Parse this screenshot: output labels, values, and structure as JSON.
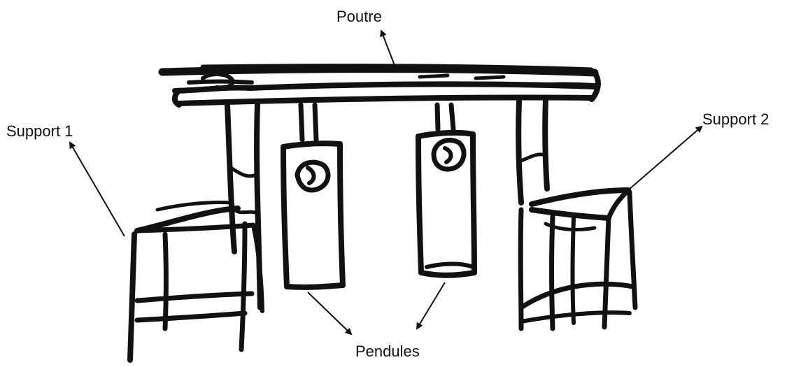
{
  "labels": {
    "beam": "Poutre",
    "support1": "Support 1",
    "support2": "Support 2",
    "pendulums": "Pendules"
  },
  "colors": {
    "ink": "#111111",
    "background": "#ffffff"
  }
}
